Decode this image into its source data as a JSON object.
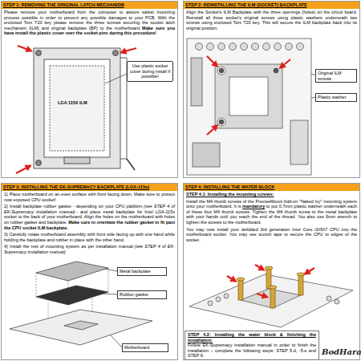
{
  "diagram": {
    "nodes": [
      {
        "text": [
          "STEP 1: REMOVING THE ORIGINAL LATCH MECHANISM",
          "Please remove your motherboard from the computer to assure safest mounting process possible in order to prevent any possible damages to your PCB. With the enclosed Torx T20 key please remove the three screws securing the socket latch mechanism (ILM) and original backplate (BP) to the motherboard.",
          "Make sure you have install the plastic cover over the socket pins during this procedure!"
        ]
      },
      {
        "text": [
          "Use plastic socket cover during install if possible!"
        ],
        "in": 0
      },
      {
        "text": [
          "STEP 2: REINSTALLING THE ILM (SOCKET) BACKPLATE",
          "Align the Socket's ILM Backplate with the three openings (holes) on the circuit board. Reinstall all three socket's original screws using plastic washers underneath two screws using enclosed Torx T20 key. This will secure the ILM backplate back into its original position."
        ]
      },
      {
        "text": [
          "Original ILM screws"
        ],
        "in": 2
      },
      {
        "text": [
          "Plastic washer"
        ],
        "in": 2
      },
      {
        "text": [
          "STEP 3: INSTALLING THE EK-SUPREMACY BACKPLATE (LGA-115x)",
          "1) Place motherboard on an even surface with front facing down. Make sure to protect now exposed CPU socket!",
          "2) Install backplate rubber gasket - depending on your CPU platform",
          "(see STEP 4 of EK-Supremacy installation manual)",
          "- and place metal backplate for Intel LGA-115x socket to the back of your motherboard. Align the holes on the motherboard with holes on rubber gasket and backplate.",
          "Make sure to orientate the rubber gasket to fit past the CPU socket ILM backplate.",
          "3) Carefully rotate motherboard assembly with front side facing up with one hand while holding the backplate and rubber in place with the other hand.",
          "4) Install the rest of mounting system as per installation manual",
          "(see STEP 4 of EK-Supremacy installation manual)"
        ]
      },
      {
        "text": [
          "Metal backplate"
        ],
        "in": 5
      },
      {
        "text": [
          "Rubber gasket"
        ],
        "in": 5
      },
      {
        "text": [
          "Motherboard"
        ],
        "in": 5
      },
      {
        "text": [
          "STEP 4: INSTALLING THE WATER BLOCK",
          "STEP 4.1: Installing the mounting screws:",
          "Install the M4 thumb screws of the PreciseMount Add-on \"Naked Ivy\" mounting system onto your motherboard. It is",
          "mandatory",
          "to put 0.7mm plastic washer underneath each of these four M4 thumb screws. Tighten the M4 thumb screw to the metal backplate with your hands until you reach the end of the thread. You also use 6mm wrench to tighten the screws to the motherboard.",
          "You may now install your delidded 3rd generation Intel Core i3/i5/i7 CPU into the motherboard socket. You may use scotch tape to secure the CPU to edges of the socket."
        ]
      },
      {
        "text": [
          "STEP 4.2: Installing the water block & finishing the installation:",
          "Follow EK-Supremacy installation manual in order to finish the installation – complete the following steps: STEP 5.d, -5.e and STEP 6."
        ],
        "in": 9
      }
    ],
    "labels": [
      "LGA 115X ILM",
      "BodHara"
    ]
  }
}
